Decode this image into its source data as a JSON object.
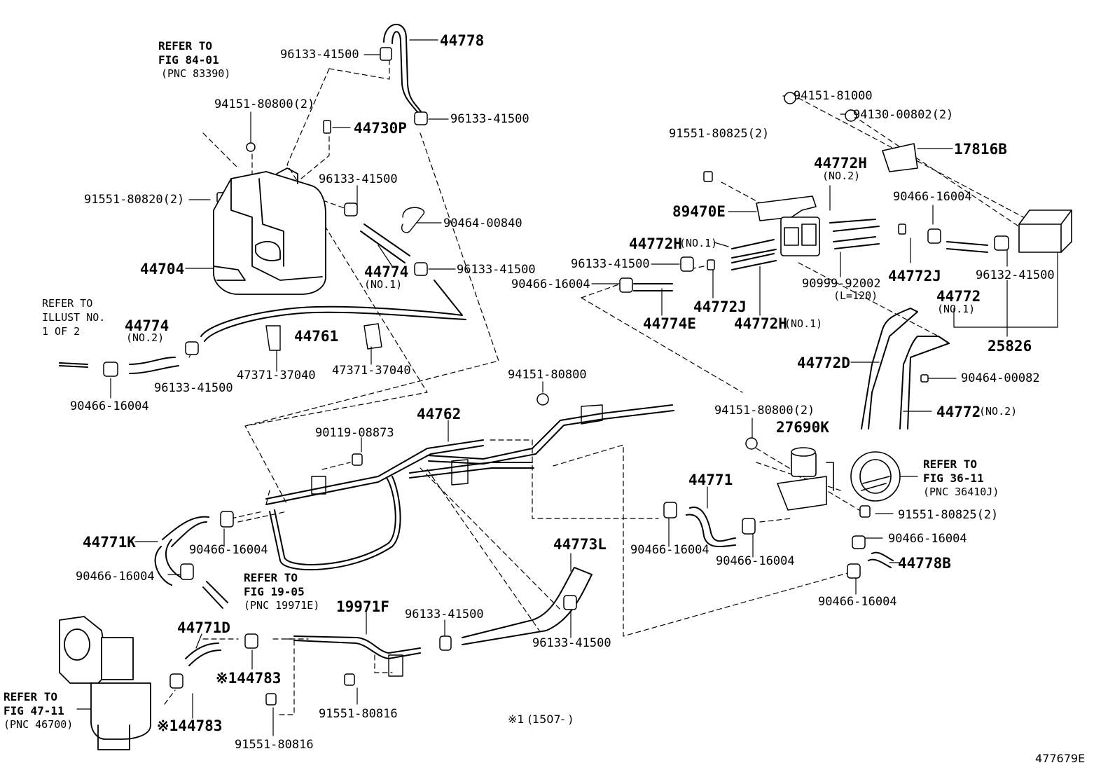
{
  "figure_id": "477679E",
  "note": "※1 (1507-    )",
  "parts": {
    "p44778": "44778",
    "p96133_a": "96133-41500",
    "p96133_b": "96133-41500",
    "p44730P": "44730P",
    "p94151_80800_2": "94151-80800(2)",
    "p91551_80820_2": "91551-80820(2)",
    "p96133_c": "96133-41500",
    "p90464_00840": "90464-00840",
    "p44704": "44704",
    "p44774_no1": "44774",
    "p44774_no1_sub": "(NO.1)",
    "p96133_d": "96133-41500",
    "p44774_no2": "44774",
    "p44774_no2_sub": "(NO.2)",
    "p44761": "44761",
    "p47371_a": "47371-37040",
    "p47371_b": "47371-37040",
    "p96133_e": "96133-41500",
    "p90466_a": "90466-16004",
    "p94151_81000": "94151-81000",
    "p94130_00802_2": "94130-00802(2)",
    "p91551_80825_2a": "91551-80825(2)",
    "p17816B": "17816B",
    "p44772H_no2": "44772H",
    "p44772H_no2_sub": "(NO.2)",
    "p89470E": "89470E",
    "p90466_b": "90466-16004",
    "p44772H_no1a": "44772H",
    "p44772H_no1a_sub": "(NO.1)",
    "p96133_f": "96133-41500",
    "p90466_c": "90466-16004",
    "p44772J_a": "44772J",
    "p44774E": "44774E",
    "p44772H_no1b": "44772H",
    "p44772H_no1b_sub": "(NO.1)",
    "p90999_92002": "90999-92002",
    "p90999_sub": "(L=120)",
    "p44772J_b": "44772J",
    "p44772_no1": "44772",
    "p44772_no1_sub": "(NO.1)",
    "p96132_41500": "96132-41500",
    "p25826": "25826",
    "p44772D": "44772D",
    "p90464_00082": "90464-00082",
    "p44772_no2": "44772",
    "p44772_no2_sub": "(NO.2)",
    "p94151_80800": "94151-80800",
    "p44762": "44762",
    "p90119_08873": "90119-08873",
    "p94151_80800_2b": "94151-80800(2)",
    "p27690K": "27690K",
    "p44771": "44771",
    "p91551_80825_2b": "91551-80825(2)",
    "p90466_d": "90466-16004",
    "p44771K": "44771K",
    "p90466_e": "90466-16004",
    "p90466_f": "90466-16004",
    "p90466_g": "90466-16004",
    "p90466_h": "90466-16004",
    "p44778B": "44778B",
    "p90466_i": "90466-16004",
    "p44773L": "44773L",
    "p96133_g": "96133-41500",
    "p96133_h": "96133-41500",
    "p44771D": "44771D",
    "p19971F": "19971F",
    "p44783_a": "※144783",
    "p44783_b": "※144783",
    "p91551_80816_a": "91551-80816",
    "p91551_80816_b": "91551-80816"
  },
  "references": {
    "r1_line1": "REFER TO",
    "r1_line2": "FIG 84-01",
    "r1_line3": "(PNC 83390)",
    "r2_line1": "REFER TO",
    "r2_line2": "ILLUST NO.",
    "r2_line3": "1 OF 2",
    "r3_line1": "REFER TO",
    "r3_line2": "FIG 36-11",
    "r3_line3": "(PNC 36410J)",
    "r4_line1": "REFER TO",
    "r4_line2": "FIG 19-05",
    "r4_line3": "(PNC 19971E)",
    "r5_line1": "REFER TO",
    "r5_line2": "FIG 47-11",
    "r5_line3": "(PNC 46700)"
  }
}
